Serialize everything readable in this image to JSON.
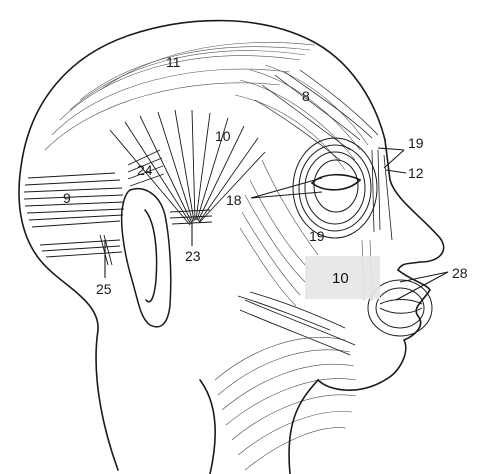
{
  "labels": {
    "l11": "11",
    "l8": "8",
    "l10_temporal": "10",
    "l19_top": "19",
    "l12": "12",
    "l24": "24",
    "l9": "9",
    "l18": "18",
    "l23": "23",
    "l19_lower": "19",
    "l10_box": "10",
    "l28": "28",
    "l25": "25"
  },
  "colors": {
    "ink": "#1a1a1a",
    "box_fill": "#e6e6e6",
    "background": "#ffffff"
  }
}
